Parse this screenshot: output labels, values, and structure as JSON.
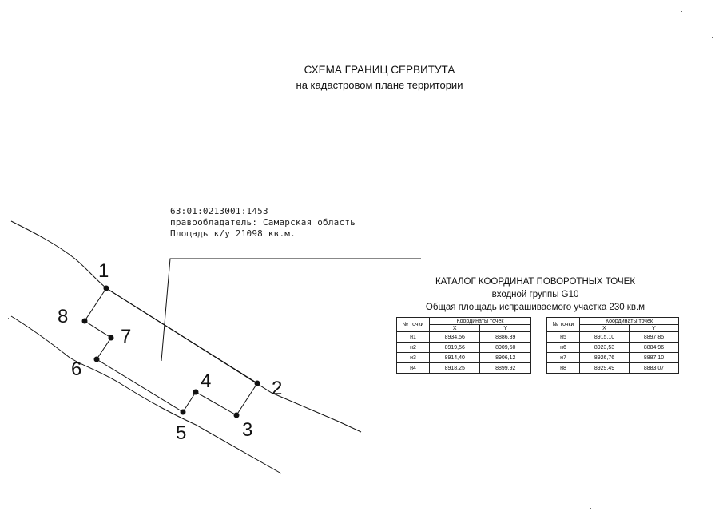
{
  "title": {
    "main": "СХЕМА ГРАНИЦ СЕРВИТУТА",
    "sub": "на кадастровом плане территории"
  },
  "parcel": {
    "cadastral_number": "63:01:0213001:1453",
    "holder": "правообладатель: Самарская область",
    "area": "Площадь к/у 21098 кв.м."
  },
  "points": [
    "1",
    "2",
    "3",
    "4",
    "5",
    "6",
    "7",
    "8"
  ],
  "catalog": {
    "title": "КАТАЛОГ КООРДИНАТ ПОВОРОТНЫХ ТОЧЕК",
    "subtitle": "входной группы G10",
    "area_line": "Общая площадь испрашиваемого участка  230 кв.м",
    "col_point": "№ точки",
    "col_coords": "Координаты точек",
    "col_x": "X",
    "col_y": "Y",
    "left_rows": [
      {
        "n": "н1",
        "x": "8934,56",
        "y": "8886,39"
      },
      {
        "n": "н2",
        "x": "8919,56",
        "y": "8909,50"
      },
      {
        "n": "н3",
        "x": "8914,40",
        "y": "8906,12"
      },
      {
        "n": "н4",
        "x": "8918,25",
        "y": "8899,92"
      }
    ],
    "right_rows": [
      {
        "n": "н5",
        "x": "8915,10",
        "y": "8897,85"
      },
      {
        "n": "н6",
        "x": "8923,53",
        "y": "8884,96"
      },
      {
        "n": "н7",
        "x": "8926,76",
        "y": "8887,10"
      },
      {
        "n": "н8",
        "x": "8929,49",
        "y": "8883,07"
      }
    ]
  }
}
